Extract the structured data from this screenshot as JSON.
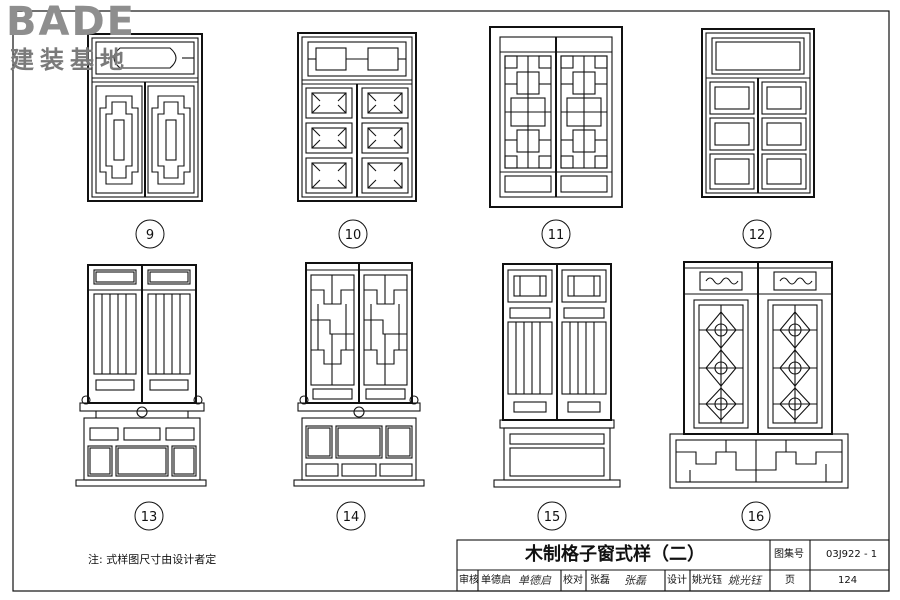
{
  "logo": {
    "brand": "BADE",
    "subtitle": "建装基地"
  },
  "windows": [
    {
      "number": "9"
    },
    {
      "number": "10"
    },
    {
      "number": "11"
    },
    {
      "number": "12"
    },
    {
      "number": "13"
    },
    {
      "number": "14"
    },
    {
      "number": "15"
    },
    {
      "number": "16"
    }
  ],
  "note": "注:  式样图尺寸由设计者定",
  "title_block": {
    "title": "木制格子窗式样（二）",
    "atlas_label": "图集号",
    "atlas_number": "03J922 - 1",
    "page_label": "页",
    "page_number": "124",
    "review_label": "审核",
    "reviewer": "单德启",
    "reviewer_signature": "单德启",
    "check_label": "校对",
    "checker": "张磊",
    "checker_signature": "张磊",
    "design_label": "设计",
    "designer": "姚光钰",
    "designer_signature": "姚光钰"
  },
  "colors": {
    "line": "#111111",
    "logo": "#8e8e8e"
  }
}
